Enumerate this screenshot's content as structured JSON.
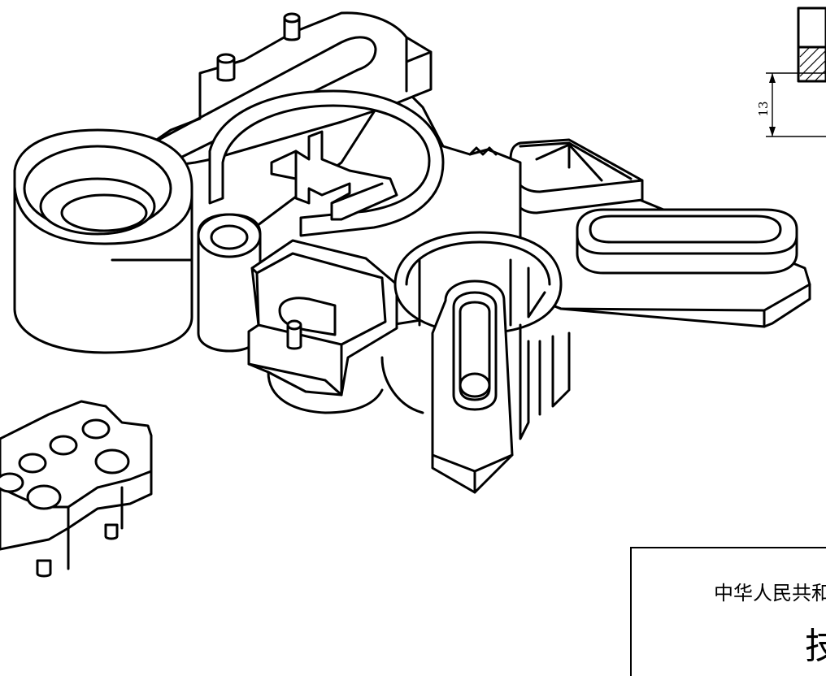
{
  "dimension": {
    "value": "13"
  },
  "title_block": {
    "line1": "中华人民共和",
    "line2": "技"
  }
}
